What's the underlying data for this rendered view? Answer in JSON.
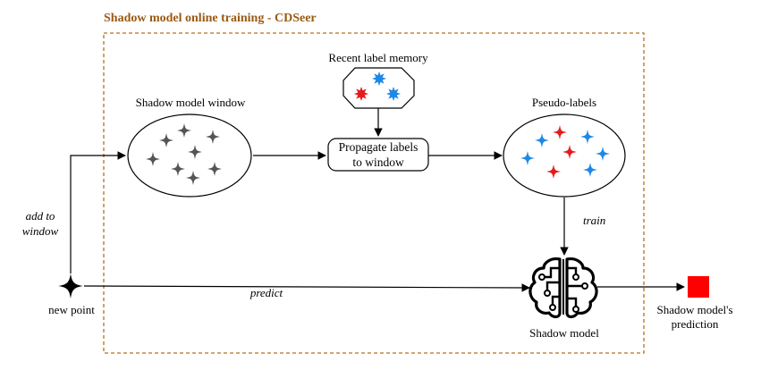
{
  "diagram": {
    "title": "Shadow model online training - CDSeer",
    "nodes": {
      "recent_memory": "Recent label memory",
      "shadow_window": "Shadow model window",
      "propagate_line1": "Propagate labels",
      "propagate_line2": "to window",
      "pseudo_labels": "Pseudo-labels",
      "shadow_model": "Shadow model",
      "new_point": "new point",
      "prediction_line1": "Shadow model's",
      "prediction_line2": "prediction"
    },
    "edges": {
      "add_to_line1": "add to",
      "add_to_line2": "window",
      "predict": "predict",
      "train": "train"
    },
    "colors": {
      "frame": "#b5701f",
      "title": "#9a5a12",
      "blue_star": "#1e88e5",
      "red_star": "#e51b1b",
      "gray_star": "#555555",
      "prediction_square": "#ff0000"
    }
  }
}
